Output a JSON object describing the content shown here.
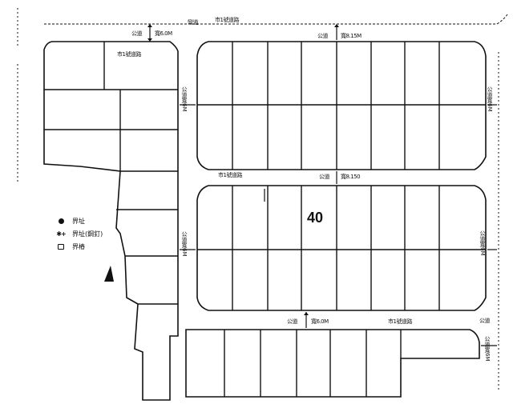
{
  "drawing": {
    "type": "subdivision-plan",
    "lot_number_label": "40",
    "colors": {
      "line": "#111111",
      "background": "#ffffff"
    }
  },
  "road_labels": {
    "top_road_name": "市1號道路",
    "top_road_curve": "彎道",
    "top_left_road_width_label": "公道",
    "top_left_road_width_value": "寬6.0M",
    "top_center_road_width_label": "公道",
    "top_center_road_width_value": "寬8.15M",
    "block_a_road_name": "市1號道路",
    "mid_left_road_label": "市1號道路",
    "mid_center_road_label": "公道",
    "mid_center_road_value": "寬8.150",
    "bottom_center_road_label": "公道",
    "bottom_center_road_value": "寬6.0M",
    "bottom_right_road_name": "市1號道路",
    "bottom_right_note": "公道"
  },
  "side_labels": {
    "left_upper": [
      "公道",
      "寬6",
      "M"
    ],
    "left_lower": [
      "公道",
      "寬6",
      "M"
    ],
    "right_upper": [
      "公道",
      "寬6",
      "M"
    ],
    "right_middle": [
      "公道",
      "寬6",
      "M"
    ],
    "right_lower": [
      "公道",
      "寬6",
      "M"
    ]
  },
  "legend": {
    "items": [
      {
        "symbol": "filled-dot",
        "label": "界址"
      },
      {
        "symbol": "pin-cross",
        "label": "界址(鋼釘)"
      },
      {
        "symbol": "square",
        "label": "界樁"
      }
    ]
  }
}
